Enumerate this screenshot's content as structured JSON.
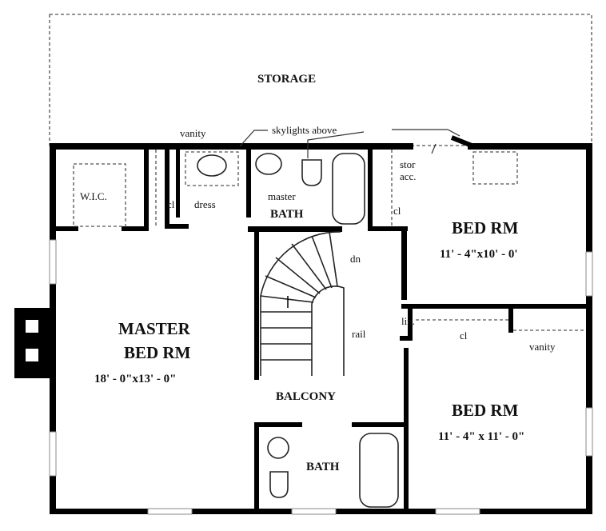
{
  "plan": {
    "storage": "STORAGE",
    "vanity_top": "vanity",
    "skylights": "skylights above",
    "stor_acc_1": "stor",
    "stor_acc_2": "acc.",
    "wic": "W.I.C.",
    "cl_1": "cl",
    "dress": "dress",
    "master_bath_1": "master",
    "master_bath_2": "BATH",
    "cl_2": "cl",
    "bed1_name": "BED RM",
    "bed1_dims": "11' - 4\"x10' - 0'",
    "dn": "dn",
    "master_1": "MASTER",
    "master_2": "BED RM",
    "master_dims": "18' - 0\"x13' - 0\"",
    "rail": "rail",
    "lin": "lin.",
    "cl_3": "cl",
    "vanity_bed2": "vanity",
    "balcony": "BALCONY",
    "bed2_name": "BED RM",
    "bed2_dims": "11' - 4\" x 11' - 0\"",
    "bath": "BATH"
  }
}
